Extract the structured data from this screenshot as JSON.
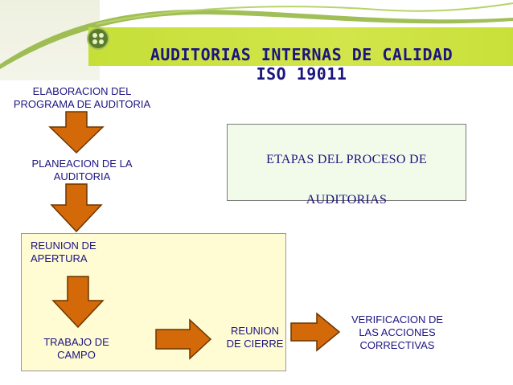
{
  "title": {
    "line1": "AUDITORIAS INTERNAS DE CALIDAD",
    "line2": "ISO 19011"
  },
  "steps": {
    "elaboracion": "ELABORACION DEL PROGRAMA DE AUDITORIA",
    "planeacion": "PLANEACION DE LA AUDITORIA",
    "reunion_apertura": "REUNION DE APERTURA",
    "trabajo_campo": "TRABAJO DE CAMPO",
    "reunion_cierre": "REUNION DE CIERRE",
    "verificacion": "VERIFICACION DE LAS ACCIONES CORRECTIVAS"
  },
  "etapas": {
    "line1": "ETAPAS DEL PROCESO DE",
    "line2": "AUDITORIAS"
  },
  "colors": {
    "title_bar": "#c6df38",
    "title_text": "#1c1480",
    "arrow_fill": "#d4690a",
    "arrow_stroke": "#6b3600",
    "etapas_box": "#f2fbe9",
    "meeting_box": "#fffbd3"
  },
  "icons": {
    "logo": "olive-logo-icon",
    "arrow": "arrow-icon"
  }
}
